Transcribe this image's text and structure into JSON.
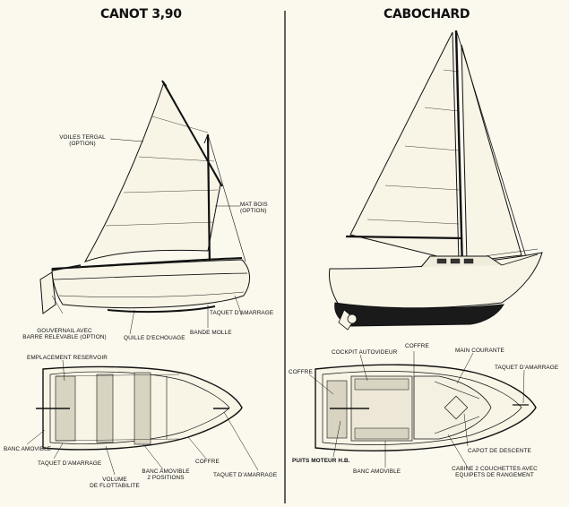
{
  "titles": {
    "left": "CANOT 3,90",
    "right": "CABOCHARD"
  },
  "canot_side": {
    "voiles_line1": "VOILES TERGAL",
    "voiles_line2": "(OPTION)",
    "mat_line1": "MAT BOIS",
    "mat_line2": "(OPTION)",
    "gouvernail_line1": "GOUVERNAIL AVEC",
    "gouvernail_line2": "BARRE RELEVABLE (OPTION)",
    "quille": "QUILLE D'ECHOUAGE",
    "bande": "BANDE MOLLE",
    "taquet": "TAQUET D'AMARRAGE"
  },
  "canot_top": {
    "reservoir": "EMPLACEMENT RESERVOIR",
    "banc_amovible": "BANC AMOVIBLE",
    "taquet": "TAQUET D'AMARRAGE",
    "volume_line1": "VOLUME",
    "volume_line2": "DE FLOTTABILITE",
    "banc2_line1": "BANC AMOVIBLE",
    "banc2_line2": "2 POSITIONS",
    "coffre": "COFFRE",
    "taquet2": "TAQUET D'AMARRAGE"
  },
  "cabochard_top": {
    "cockpit": "COCKPIT AUTOVIDEUR",
    "coffre": "COFFRE",
    "main_courante": "MAIN COURANTE",
    "taquet": "TAQUET D'AMARRAGE",
    "coffre_left": "COFFRE",
    "puits": "PUITS MOTEUR H.B.",
    "banc": "BANC AMOVIBLE",
    "capot": "CAPOT DE DESCENTE",
    "cabine_line1": "CABINE 2 COUCHETTES AVEC",
    "cabine_line2": "EQUIPETS DE RANGEMENT"
  },
  "colors": {
    "ink": "#111111",
    "paper": "#fbf8ee",
    "keel": "#1a1a1a"
  }
}
